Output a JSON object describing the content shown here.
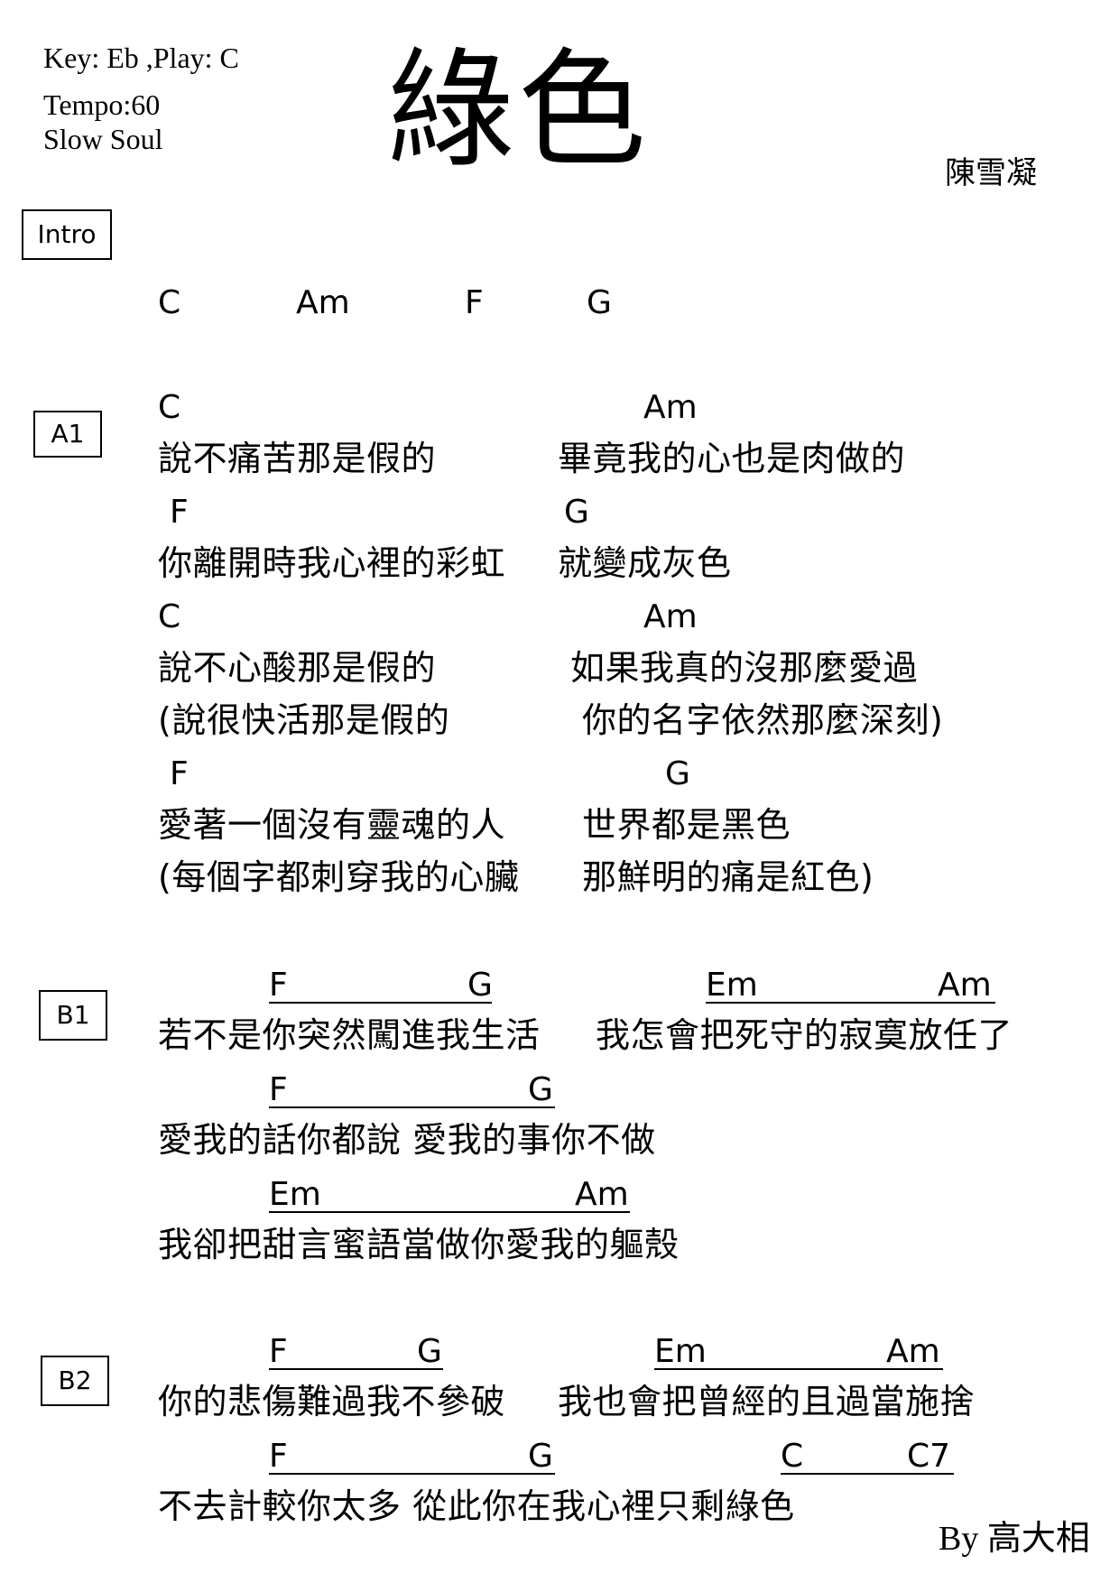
{
  "header": {
    "key": "Key: Eb   ,Play: C",
    "tempo": "Tempo:60",
    "style": "Slow Soul",
    "title": "綠色",
    "artist": "陳雪凝"
  },
  "sections": {
    "intro": {
      "label": "Intro",
      "chords": [
        "C",
        "Am",
        "F",
        "G"
      ]
    },
    "a1": {
      "label": "A1",
      "chord_rows": [
        [
          "C",
          "Am"
        ],
        [
          "F",
          "G"
        ],
        [
          "C",
          "Am"
        ],
        [
          "F",
          "G"
        ]
      ],
      "lyrics": [
        [
          "說不痛苦那是假的",
          "畢竟我的心也是肉做的"
        ],
        [
          "你離開時我心裡的彩虹",
          "就變成灰色"
        ],
        [
          "說不心酸那是假的",
          "如果我真的沒那麼愛過"
        ],
        [
          "(說很快活那是假的",
          "你的名字依然那麼深刻)"
        ],
        [
          "愛著一個沒有靈魂的人",
          "世界都是黑色"
        ],
        [
          "(每個字都刺穿我的心臟",
          "那鮮明的痛是紅色)"
        ]
      ]
    },
    "b1": {
      "label": "B1",
      "chord_rows": [
        [
          "F",
          "G",
          "Em",
          "Am"
        ],
        [
          "F",
          "G"
        ],
        [
          "Em",
          "Am"
        ]
      ],
      "lyrics": [
        [
          "若不是你突然闖進我生活",
          "我怎會把死守的寂寞放任了"
        ],
        [
          "愛我的話你都說 愛我的事你不做"
        ],
        [
          "我卻把甜言蜜語當做你愛我的軀殼"
        ]
      ]
    },
    "b2": {
      "label": "B2",
      "chord_rows": [
        [
          "F",
          "G",
          "Em",
          "Am"
        ],
        [
          "F",
          "G",
          "C",
          "C7"
        ]
      ],
      "lyrics": [
        [
          "你的悲傷難過我不參破",
          "我也會把曾經的且過當施捨"
        ],
        [
          "不去計較你太多 從此你在我心裡只剩綠色"
        ]
      ]
    }
  },
  "footer": {
    "credit": "By 高大相"
  }
}
